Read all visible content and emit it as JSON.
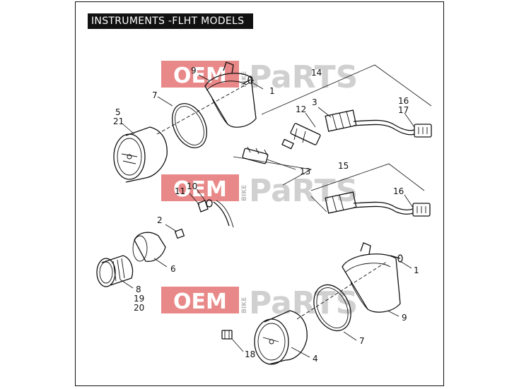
{
  "title": "INSTRUMENTS -FLHT MODELS",
  "watermark": {
    "oem": "OEM",
    "bike": "BIKE",
    "parts": "PaRTS",
    "oem_color": "#e57373",
    "parts_color": "#c8c8c8",
    "accent_color": "#e05050"
  },
  "callouts": {
    "c9_top": "9",
    "c1_top": "1",
    "c14": "14",
    "c7_top": "7",
    "c5": "5",
    "c21": "21",
    "c3": "3",
    "c12": "12",
    "c16_top": "16",
    "c17": "17",
    "c13": "13",
    "c15": "15",
    "c10": "10",
    "c11": "11",
    "c16_mid": "16",
    "c2": "2",
    "c6": "6",
    "c8": "8",
    "c19": "19",
    "c20": "20",
    "c1_bottom": "1",
    "c9_bottom": "9",
    "c7_bottom": "7",
    "c4": "4",
    "c18": "18"
  }
}
